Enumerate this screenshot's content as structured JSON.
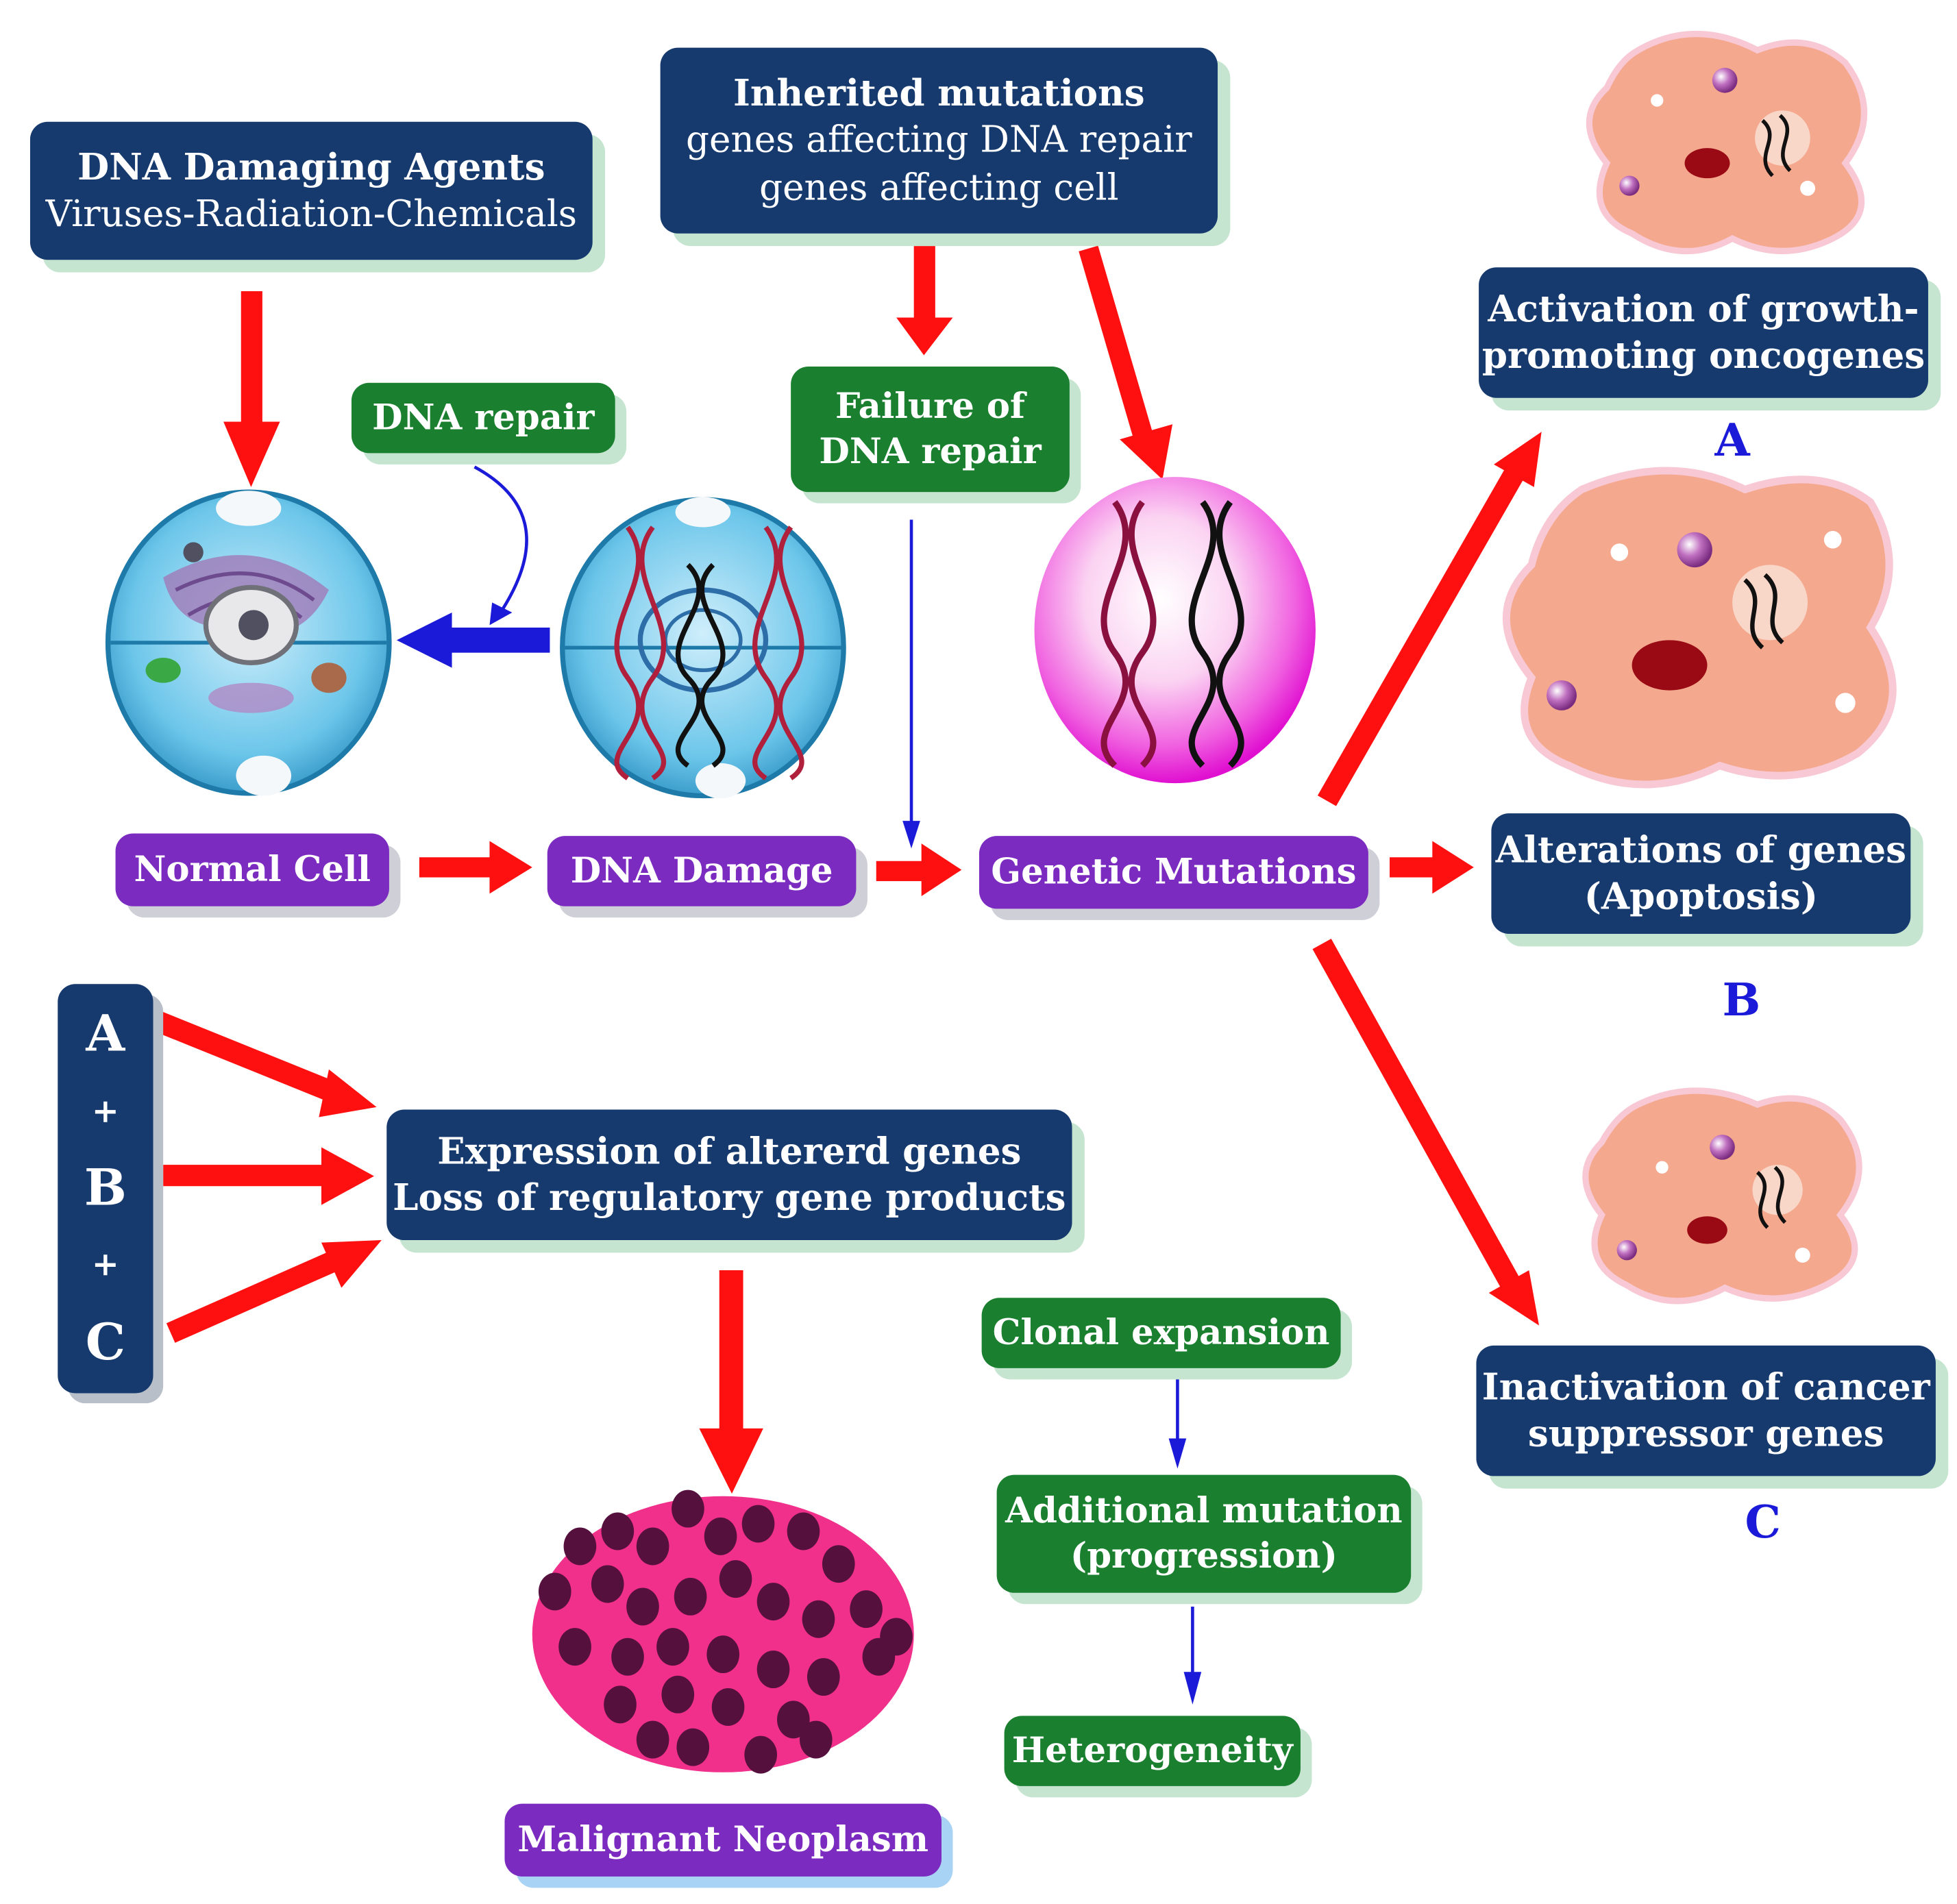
{
  "damaging_agents": {
    "title": "DNA Damaging Agents",
    "subtitle": "Viruses-Radiation-Chemicals"
  },
  "inherited": {
    "title": "Inherited mutations",
    "line1": "genes affecting DNA repair",
    "line2": "genes affecting cell"
  },
  "dna_repair": "DNA repair",
  "failure_repair": {
    "line1": "Failure of",
    "line2": "DNA repair"
  },
  "normal_cell": "Normal Cell",
  "dna_damage": "DNA Damage",
  "genetic_mutations": "Genetic Mutations",
  "outcome_a": {
    "line1": "Activation of growth-",
    "line2": "promoting oncogenes",
    "letter": "A"
  },
  "outcome_b": {
    "line1": "Alterations of genes",
    "line2": "(Apoptosis)",
    "letter": "B"
  },
  "outcome_c": {
    "line1": "Inactivation of cancer",
    "line2": "suppressor genes",
    "letter": "C"
  },
  "combo": {
    "a": "A",
    "plus1": "+",
    "b": "B",
    "plus2": "+",
    "c": "C"
  },
  "expression": {
    "line1": "Expression of altererd genes",
    "line2": "Loss of regulatory gene products"
  },
  "clonal": "Clonal expansion",
  "additional": {
    "line1": "Additional mutation",
    "line2": "(progression)"
  },
  "heterogeneity": "Heterogeneity",
  "malignant": "Malignant Neoplasm",
  "colors": {
    "navy": "#163a6e",
    "green": "#1a7f2e",
    "purple": "#7b2bc0",
    "red_arrow": "#ff1010",
    "blue_arrow": "#1a1ad8",
    "cancer_cell": "#f2a890",
    "tumor": "#f0308a"
  }
}
